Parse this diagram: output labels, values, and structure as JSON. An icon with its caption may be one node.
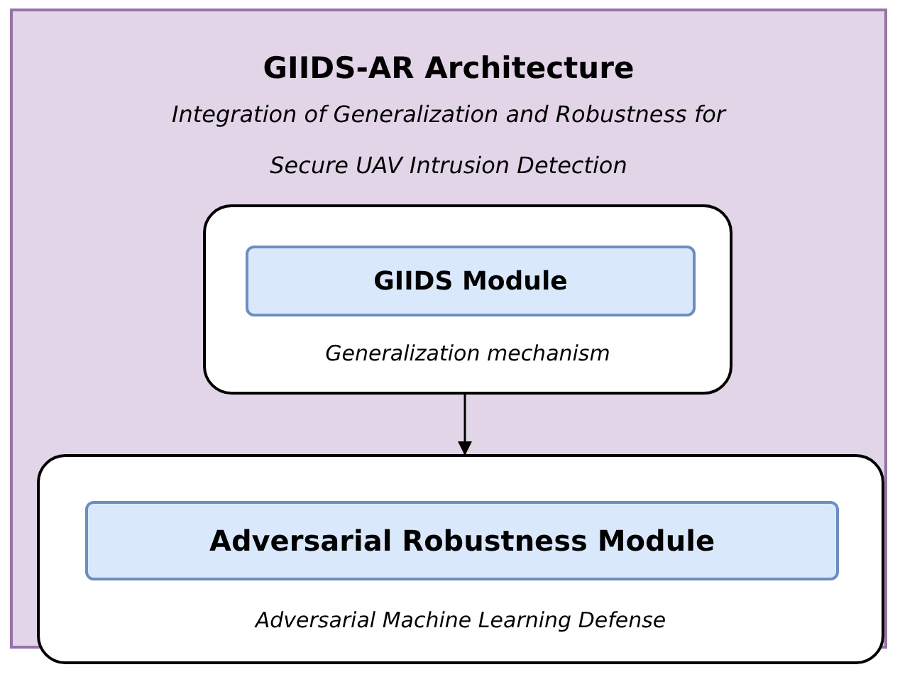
{
  "diagram": {
    "nodes": [
      {
        "text": [
          "GIIDS-AR Architecture",
          "Integration of Generalization and Robustness for Secure UAV Intrusion Detection"
        ]
      },
      {
        "text": [
          "Generalization mechanism"
        ],
        "in": 0
      },
      {
        "text": [
          "GIIDS Module"
        ],
        "in": 1
      },
      {
        "text": [
          "Adversarial Machine Learning Defense"
        ]
      },
      {
        "text": [
          "Adversarial Robustness Module"
        ],
        "in": 3
      }
    ],
    "edges": [
      {
        "from": 1,
        "to": 3,
        "arrow": "to"
      }
    ]
  }
}
